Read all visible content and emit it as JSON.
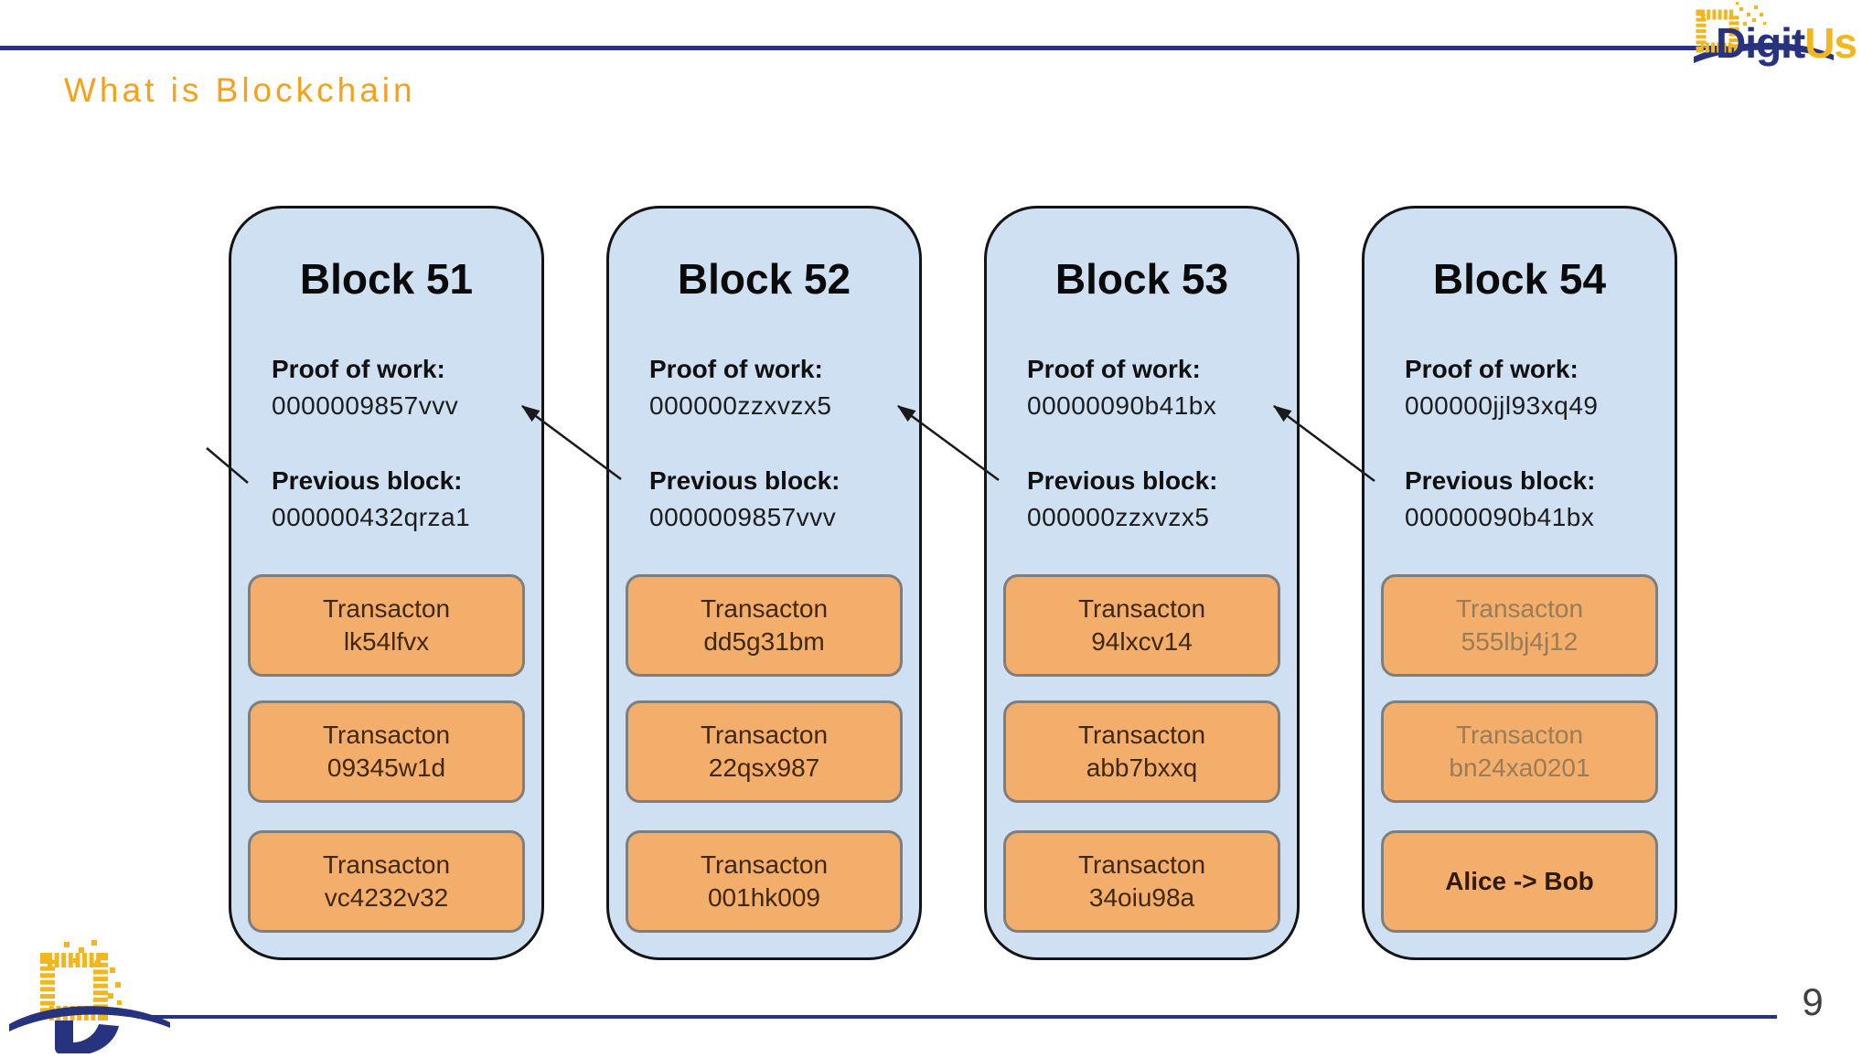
{
  "header": {
    "title": "What is Blockchain",
    "logo_digit": "Digit",
    "logo_us": "Us"
  },
  "footer": {
    "page_number": "9"
  },
  "colors": {
    "accent_orange": "#F7A11A",
    "navy": "#27337E",
    "gold": "#F2B61E",
    "block_fill": "#CFE0F2",
    "block_border": "#141414",
    "transaction_fill": "#F3AE6C",
    "transaction_border": "#7E7E7E",
    "transaction_text": "#3F280F",
    "faded_transaction_text": "#9A7C57"
  },
  "blocks": [
    {
      "title": "Block 51",
      "pow_label": "Proof of work:",
      "pow_value": "0000009857vvv",
      "prev_label": "Previous block:",
      "prev_value": "000000432qrza1",
      "transactions": [
        {
          "label": "Transacton",
          "value": "lk54lfvx"
        },
        {
          "label": "Transacton",
          "value": "09345w1d"
        },
        {
          "label": "Transacton",
          "value": "vc4232v32"
        }
      ]
    },
    {
      "title": "Block 52",
      "pow_label": "Proof of work:",
      "pow_value": "000000zzxvzx5",
      "prev_label": "Previous block:",
      "prev_value": "0000009857vvv",
      "transactions": [
        {
          "label": "Transacton",
          "value": "dd5g31bm"
        },
        {
          "label": "Transacton",
          "value": "22qsx987"
        },
        {
          "label": "Transacton",
          "value": "001hk009"
        }
      ]
    },
    {
      "title": "Block 53",
      "pow_label": "Proof of work:",
      "pow_value": "00000090b41bx",
      "prev_label": "Previous block:",
      "prev_value": "000000zzxvzx5",
      "transactions": [
        {
          "label": "Transacton",
          "value": "94lxcv14"
        },
        {
          "label": "Transacton",
          "value": "abb7bxxq"
        },
        {
          "label": "Transacton",
          "value": "34oiu98a"
        }
      ]
    },
    {
      "title": "Block 54",
      "pow_label": "Proof of work:",
      "pow_value": "000000jjl93xq49",
      "prev_label": "Previous block:",
      "prev_value": "00000090b41bx",
      "transactions": [
        {
          "label": "Transacton",
          "value": "555lbj4j12"
        },
        {
          "label": "Transacton",
          "value": "bn24xa0201"
        },
        {
          "label": "Alice -> Bob",
          "value": ""
        }
      ]
    }
  ]
}
